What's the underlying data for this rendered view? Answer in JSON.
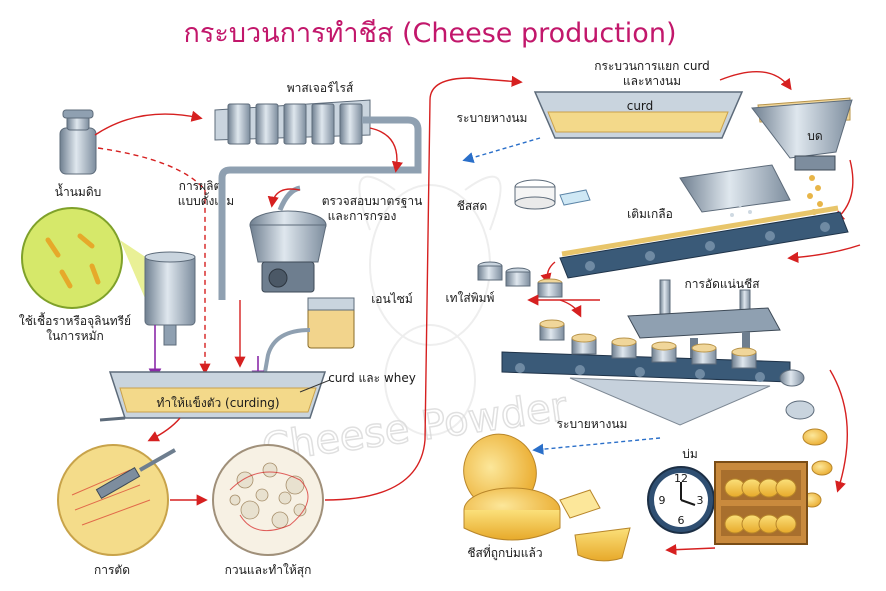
{
  "title": "กระบวนการทำชีส (Cheese production)",
  "labels": {
    "raw_milk": "น้ำนมดิบ",
    "pasteurize": "พาสเจอร์ไรส์",
    "traditional": [
      "การผลิต",
      "แบบดั้งเดิม"
    ],
    "standardize": [
      "ตรวจสอบมาตรฐาน",
      "และการกรอง"
    ],
    "culture": [
      "ใช้เชื้อราหรือจุลินทรีย์",
      "ในการหมัก"
    ],
    "enzyme": "เอนไซม์",
    "curd_whey": "curd และ whey",
    "curding": "ทำให้แข็งตัว (curding)",
    "cutting": "การตัด",
    "stir_cook": "กวนและทำให้สุก",
    "separation": [
      "กระบวนการแยก curd",
      "และหางนม"
    ],
    "curd": "curd",
    "drain_whey_top": "ระบายหางนม",
    "mill": "บด",
    "fresh_cheese": "ชีสสด",
    "salting": "เติมเกลือ",
    "mould": "เทใส่พิมพ์",
    "pressing": "การอัดแน่นชีส",
    "drain_whey_bottom": "ระบายหางนม",
    "ripening": "บ่ม",
    "ripened_cheese": "ชีสที่ถูกบ่มแล้ว"
  },
  "watermark": "Cheese Powder",
  "colors": {
    "title": "#c2176b",
    "arrow_red": "#d62020",
    "arrow_blue": "#2a6fc9",
    "arrow_purple": "#8a2aa8",
    "metal": "#9aa9b8",
    "metal_dark": "#5d6b7a",
    "cheese": "#f4c542",
    "conveyor": "#3a5a78"
  }
}
